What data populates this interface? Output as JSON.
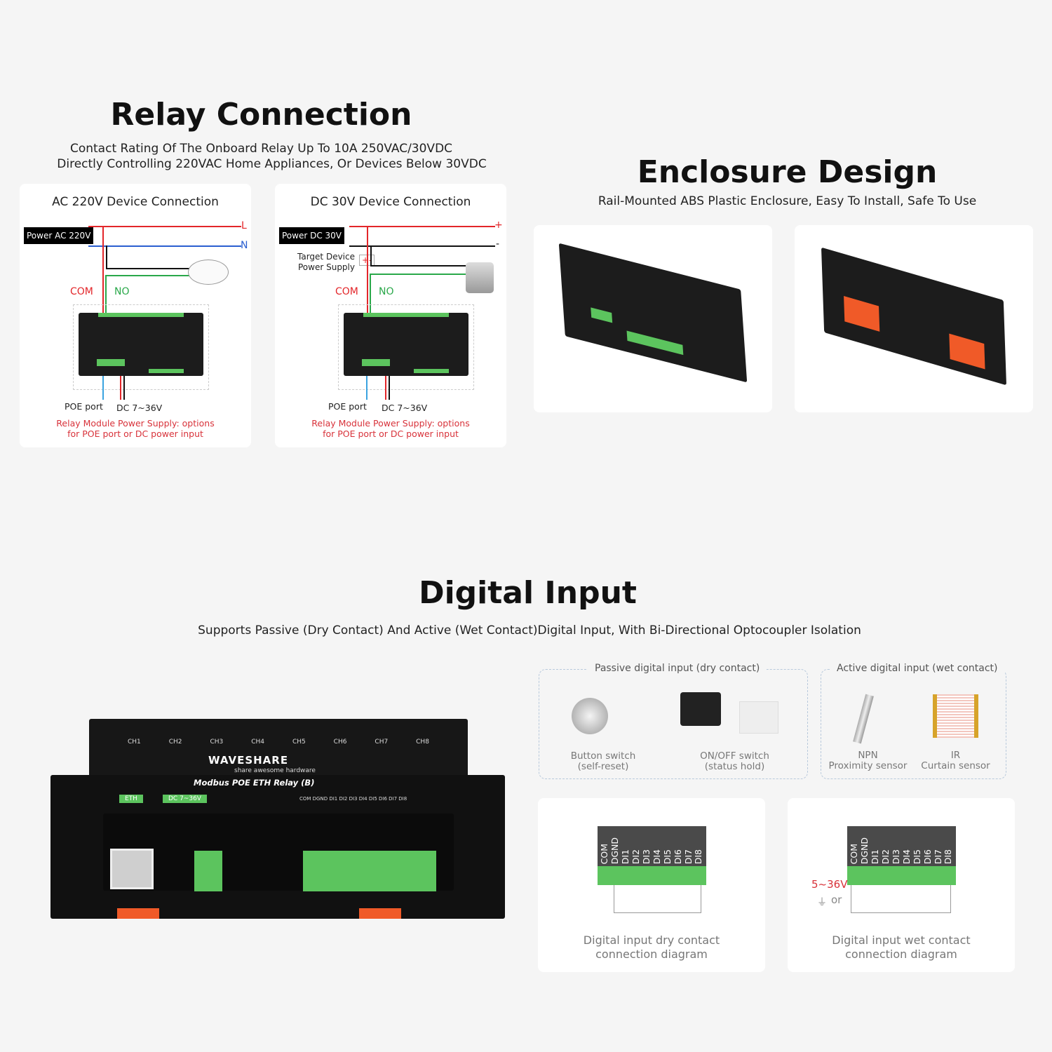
{
  "relay": {
    "title": "Relay Connection",
    "subtitle_1": "Contact Rating Of The Onboard Relay Up To 10A 250VAC/30VDC",
    "subtitle_2": "Directly Controlling 220VAC Home Appliances, Or Devices Below 30VDC",
    "ac": {
      "title": "AC 220V Device Connection",
      "power": "Power AC 220V",
      "l": "L",
      "n": "N",
      "com": "COM",
      "no": "NO",
      "poe": "POE port",
      "dc": "DC 7~36V",
      "note_1": "Relay Module Power Supply: options",
      "note_2": "for POE port or DC power input"
    },
    "dc": {
      "title": "DC 30V Device Connection",
      "power": "Power DC 30V",
      "plus": "+",
      "minus": "-",
      "target_1": "Target Device",
      "target_2": "Power Supply",
      "pm": "+-",
      "com": "COM",
      "no": "NO",
      "poe": "POE port",
      "dc": "DC 7~36V",
      "note_1": "Relay Module Power Supply: options",
      "note_2": "for POE port or DC power input"
    }
  },
  "enclosure": {
    "title": "Enclosure Design",
    "subtitle": "Rail-Mounted ABS Plastic Enclosure, Easy To Install, Safe To Use"
  },
  "digital": {
    "title": "Digital Input",
    "subtitle": "Supports Passive (Dry Contact) And Active (Wet Contact)Digital Input, With Bi-Directional Optocoupler Isolation",
    "passive_title": "Passive digital input (dry contact)",
    "active_title": "Active digital input (wet contact)",
    "button_1": "Button switch",
    "button_2": "(self-reset)",
    "onoff_1": "ON/OFF switch",
    "onoff_2": "(status hold)",
    "npn_1": "NPN",
    "npn_2": "Proximity sensor",
    "ir_1": "IR",
    "ir_2": "Curtain sensor",
    "pins": [
      "COM",
      "DGND",
      "DI1",
      "DI2",
      "DI3",
      "DI4",
      "DI5",
      "DI6",
      "DI7",
      "DI8"
    ],
    "dry_1": "Digital input dry contact",
    "dry_2": "connection diagram",
    "wet_1": "Digital input wet contact",
    "wet_2": "connection diagram",
    "voltage": "5~36V",
    "or": "or"
  },
  "device": {
    "brand": "WAVESHARE",
    "tagline": "share awesome hardware",
    "model": "Modbus POE ETH Relay (B)",
    "eth": "ETH",
    "dc": "DC 7~36V",
    "channels": [
      "CH1",
      "CH2",
      "CH3",
      "CH4",
      "CH5",
      "CH6",
      "CH7",
      "CH8"
    ],
    "di_row": "COM DGND DI1 DI2 DI3 DI4 DI5 DI6 DI7 DI8"
  },
  "colors": {
    "red": "#e3262a",
    "blue": "#2a5fd0",
    "green": "#2aa84a",
    "terminal": "#5cc45e",
    "enclosure": "#1c1c1c",
    "latch": "#f05a28"
  }
}
